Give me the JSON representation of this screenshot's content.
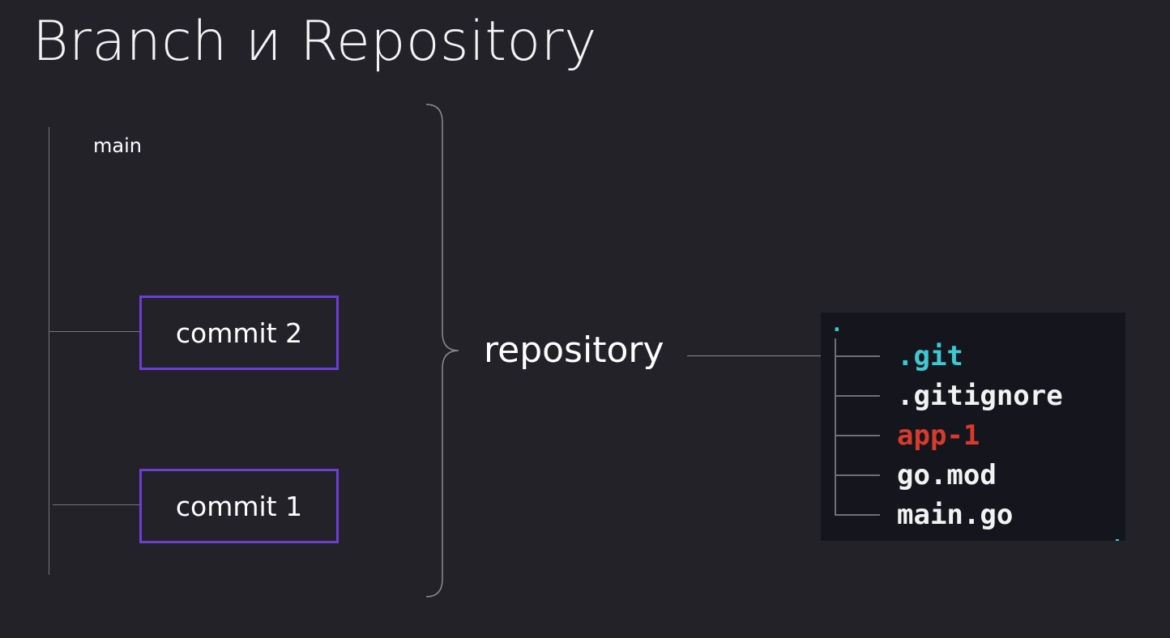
{
  "slide": {
    "title": "Branch и Repository"
  },
  "branch": {
    "label": "main",
    "commits": [
      "commit 2",
      "commit 1"
    ]
  },
  "repository": {
    "label": "repository"
  },
  "file_tree": {
    "root": ".",
    "items": [
      {
        "name": ".git",
        "color": "#3ec8d4"
      },
      {
        "name": ".gitignore",
        "color": "#f2f2f2"
      },
      {
        "name": "app-1",
        "color": "#d93a2b"
      },
      {
        "name": "go.mod",
        "color": "#f2f2f2"
      },
      {
        "name": "main.go",
        "color": "#f2f2f2"
      }
    ]
  },
  "colors": {
    "background": "#232229",
    "commit_border": "#6b3fd4",
    "lines": "#77767c"
  }
}
